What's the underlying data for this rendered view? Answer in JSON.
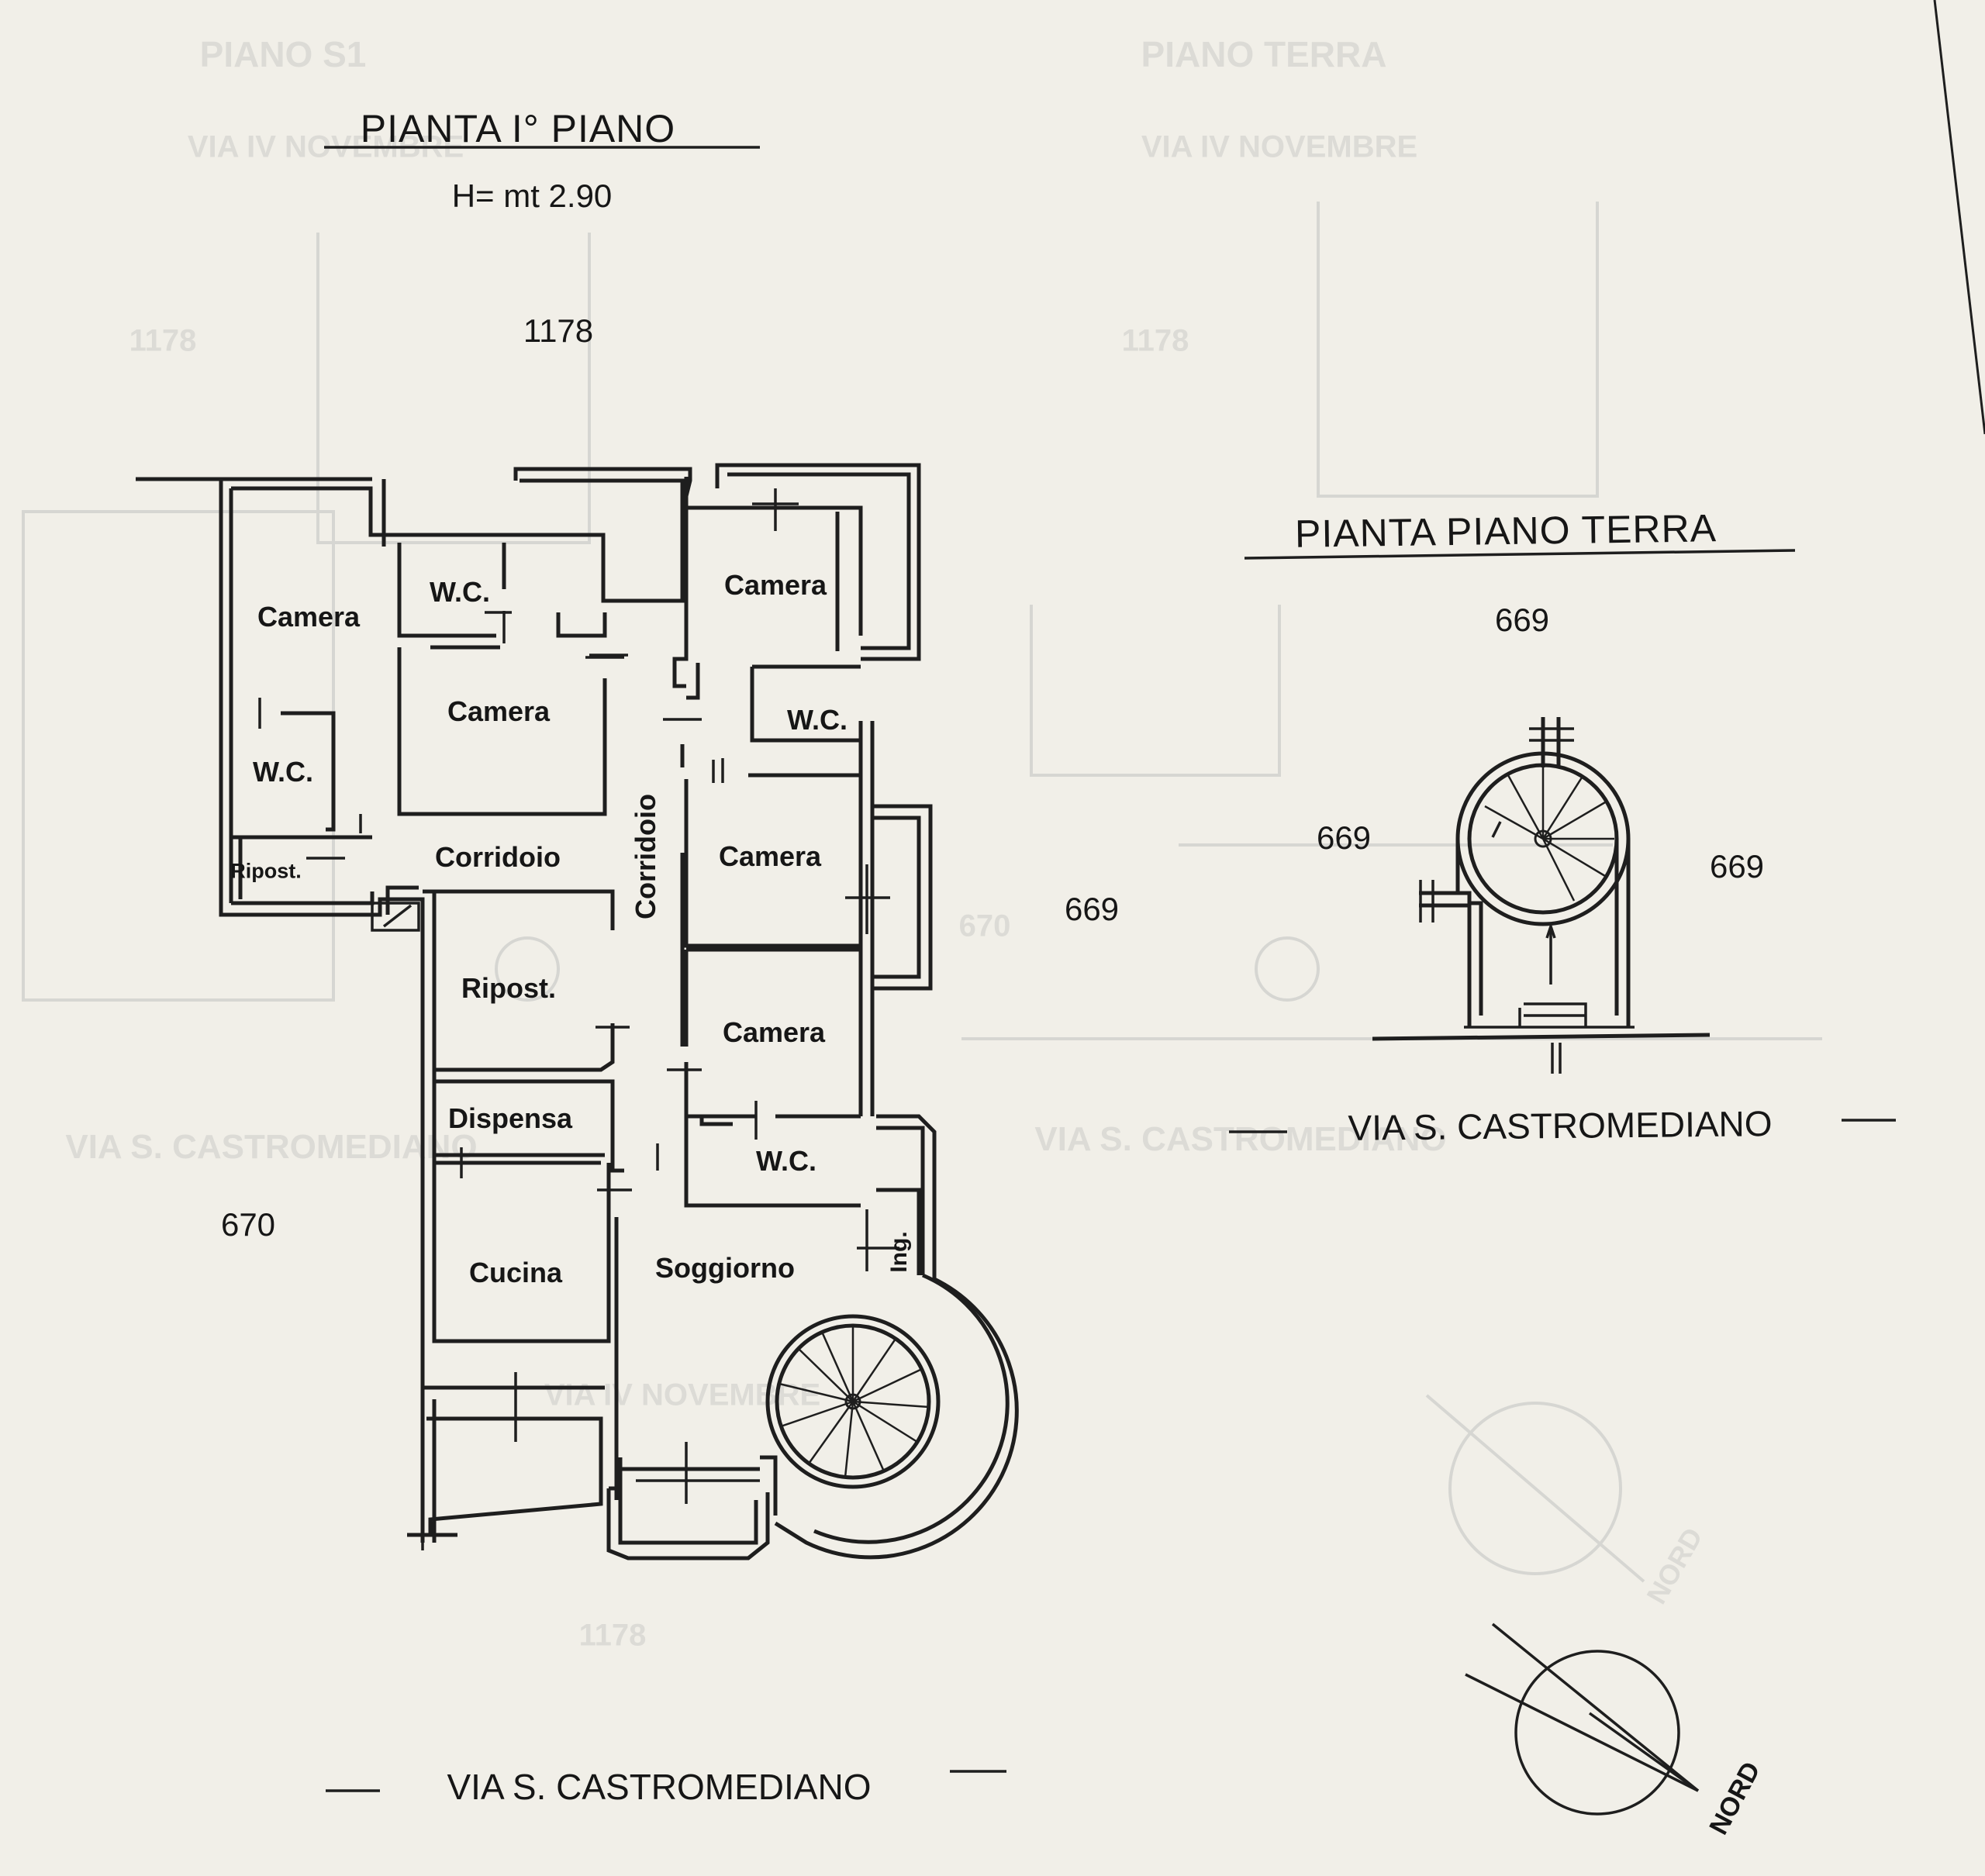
{
  "upper_floor": {
    "title": "PIANTA I° PIANO",
    "height": "H= mt 2.90",
    "adjacent_top": "1178",
    "adjacent_left": "670",
    "adjacent_right": "669",
    "street": "VIA S. CASTROMEDIANO",
    "rooms": {
      "camera_nw": "Camera",
      "wc_nw": "W.C.",
      "wc_north": "W.C.",
      "camera_north": "Camera",
      "ripost_small": "Ripost.",
      "corridoio_h": "Corridoio",
      "corridoio_v": "Corridoio",
      "camera_ne": "Camera",
      "wc_ne": "W.C.",
      "camera_e1": "Camera",
      "ripost_mid": "Ripost.",
      "camera_e2": "Camera",
      "dispensa": "Dispensa",
      "wc_e": "W.C.",
      "cucina": "Cucina",
      "soggiorno": "Soggiorno",
      "ingresso": "Ing."
    }
  },
  "ground_floor": {
    "title": "PIANTA PIANO TERRA",
    "adjacent_top": "669",
    "adjacent_left": "669",
    "adjacent_right": "669",
    "street": "VIA S. CASTROMEDIANO"
  },
  "compass": {
    "label": "NORD"
  },
  "show_through": {
    "labels": [
      "PIANO S1",
      "PIANO TERRA",
      "VIA IV NOVEMBRE",
      "VIA IV NOVEMBRE",
      "1178",
      "1178",
      "670",
      "VIA S. CASTROMEDIANO",
      "VIA S. CASTROMEDIANO",
      "VIA IV NOVEMBRE",
      "1178",
      "NORD"
    ]
  }
}
